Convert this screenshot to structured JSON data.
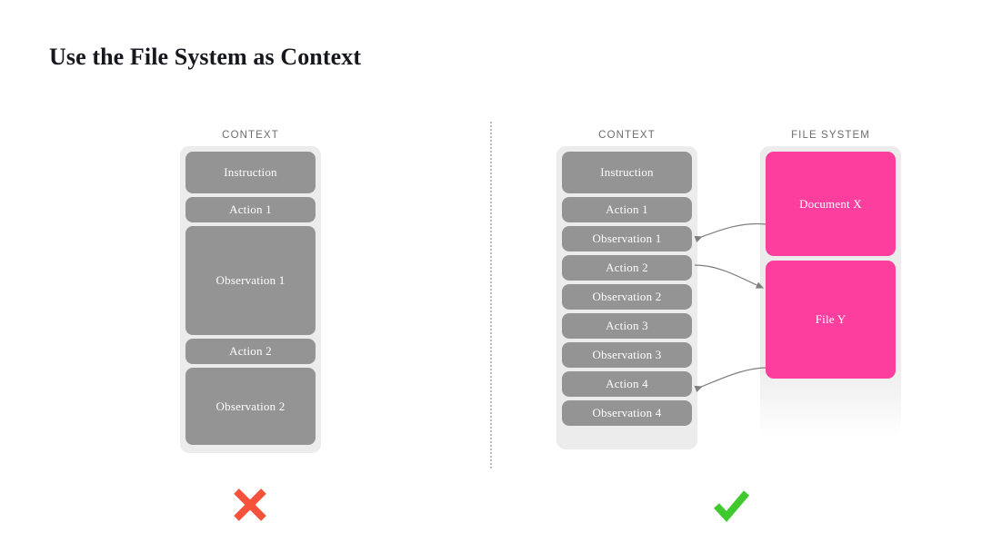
{
  "slide": {
    "title": "Use the File System as Context"
  },
  "divider": {
    "name": "vertical-dotted-divider"
  },
  "left_panel": {
    "context_label": "CONTEXT",
    "blocks": [
      {
        "label": "Instruction",
        "height": 46
      },
      {
        "label": "Action 1",
        "height": 28
      },
      {
        "label": "Observation 1",
        "height": 120
      },
      {
        "label": "Action 2",
        "height": 28
      },
      {
        "label": "Observation 2",
        "height": 85
      }
    ],
    "verdict": {
      "icon": "cross-icon",
      "color": "#f4523b"
    }
  },
  "right_panel": {
    "context_label": "CONTEXT",
    "blocks": [
      {
        "label": "Instruction",
        "height": 46
      },
      {
        "label": "Action 1",
        "height": 28
      },
      {
        "label": "Observation 1",
        "height": 28
      },
      {
        "label": "Action 2",
        "height": 28
      },
      {
        "label": "Observation 2",
        "height": 28
      },
      {
        "label": "Action 3",
        "height": 28
      },
      {
        "label": "Observation 3",
        "height": 28
      },
      {
        "label": "Action 4",
        "height": 28
      },
      {
        "label": "Observation 4",
        "height": 28
      }
    ],
    "file_system_label": "FILE SYSTEM",
    "files": [
      {
        "label": "Document X",
        "height": 115
      },
      {
        "label": "File Y",
        "height": 130
      }
    ],
    "verdict": {
      "icon": "check-icon",
      "color": "#3fc92e"
    }
  },
  "colors": {
    "block_gray": "#949494",
    "stack_background": "#ececec",
    "file_pink": "#fc3f9e",
    "cross_red": "#f4523b",
    "check_green": "#3fc92e",
    "label_gray": "#6d6d6d",
    "connector_gray": "#7f7f7f"
  },
  "connectors": [
    {
      "name": "document-x-to-observation-1",
      "direction": "file-to-context"
    },
    {
      "name": "action-2-to-file-y",
      "direction": "context-to-file"
    },
    {
      "name": "file-y-to-action-4",
      "direction": "file-to-context"
    }
  ]
}
